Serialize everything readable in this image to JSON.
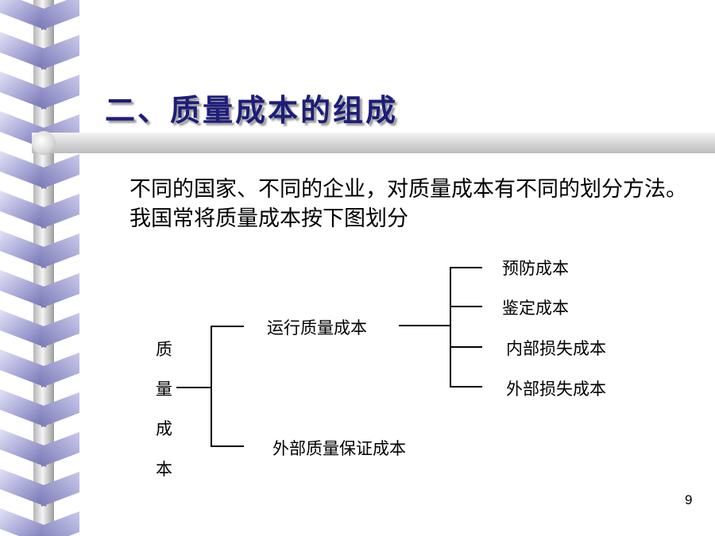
{
  "slide": {
    "title": "二、质量成本的组成",
    "intro": "不同的国家、不同的企业，对质量成本有不同的划分方法。我国常将质量成本按下图划分",
    "page_number": "9"
  },
  "tree": {
    "root_chars": [
      "质",
      "量",
      "成",
      "本"
    ],
    "level1": {
      "operating": "运行质量成本",
      "external_assurance": "外部质量保证成本"
    },
    "level2": [
      "预防成本",
      "鉴定成本",
      "内部损失成本",
      "外部损失成本"
    ]
  },
  "colors": {
    "title": "#1d1d7a",
    "band_light": "#d6d6f0",
    "band_dark": "#8a8ac0"
  }
}
